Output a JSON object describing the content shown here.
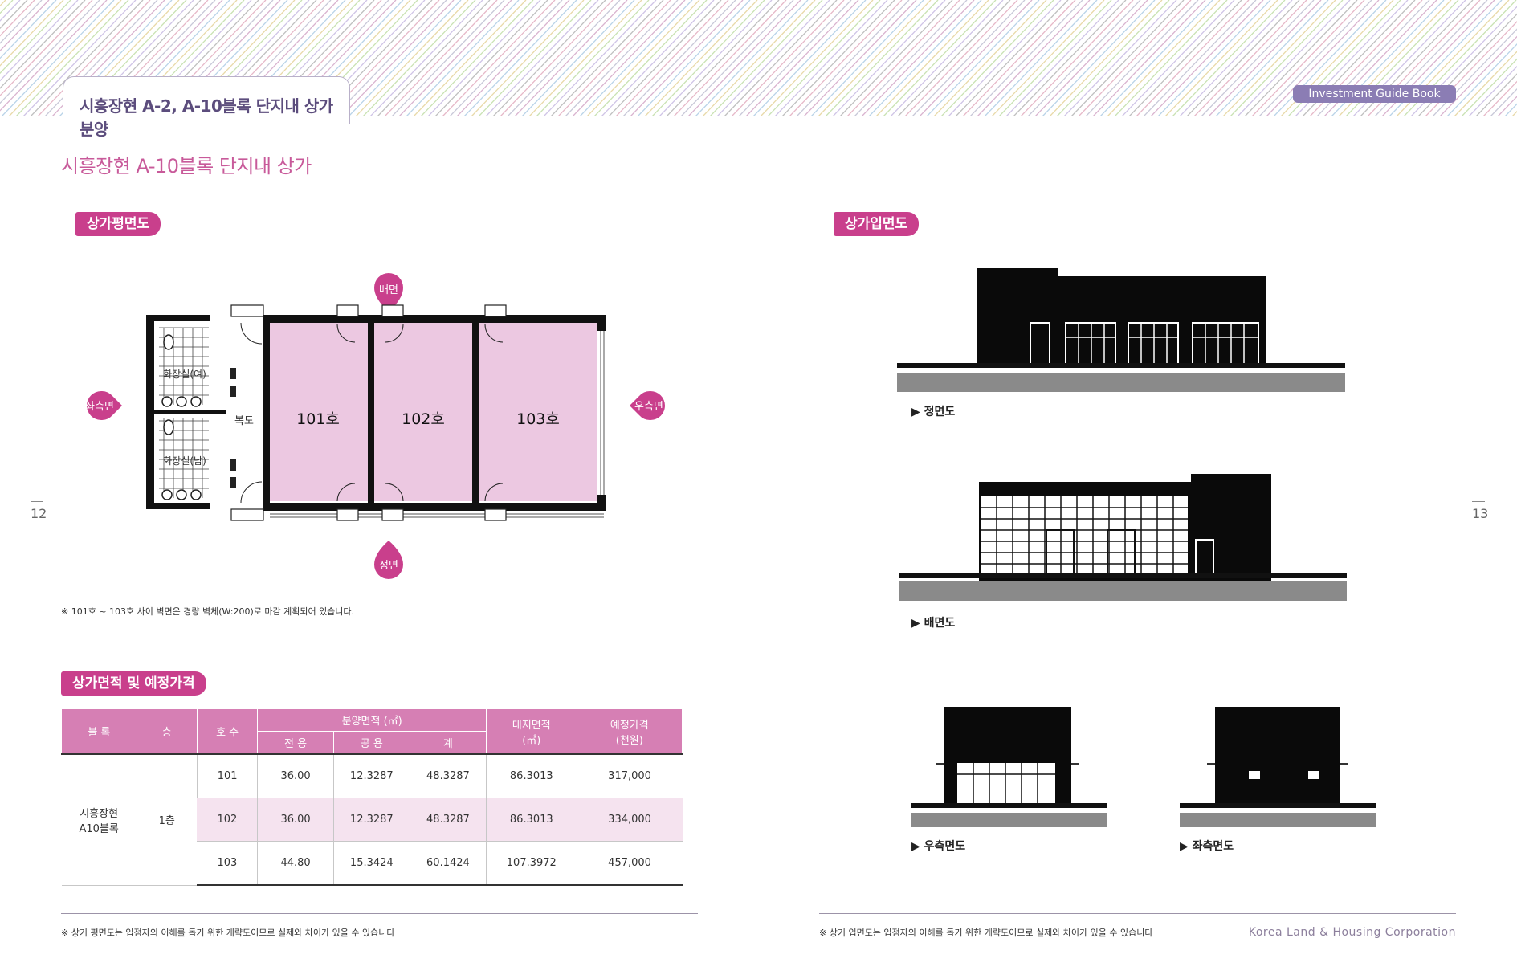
{
  "header": {
    "tab_title": "시흥장현 A-2, A-10블록 단지내 상가 분양",
    "guide_badge": "Investment Guide Book"
  },
  "left_page": {
    "title": "시흥장현 A-10블록 단지내 상가",
    "page_number": "12",
    "floor_plan": {
      "pill": "상가평면도",
      "markers": {
        "back": "배면",
        "front": "정면",
        "left": "좌측면",
        "right": "우측면"
      },
      "rooms": {
        "women_restroom": "화장실(여)",
        "men_restroom": "화장실(남)",
        "corridor": "복도",
        "unit_101": "101호",
        "unit_102": "102호",
        "unit_103": "103호"
      },
      "note": "※ 101호 ~ 103호 사이 벽면은 경량 벽체(W:200)로 마감 계획되어 있습니다."
    },
    "table": {
      "pill": "상가면적 및 예정가격",
      "headers": {
        "block": "블 록",
        "floor": "층",
        "unit": "호 수",
        "sale_area": "분양면적 (㎡)",
        "exclusive": "전 용",
        "common": "공 용",
        "total": "계",
        "land_area": "대지면적",
        "land_unit": "(㎡)",
        "price": "예정가격",
        "price_unit": "(천원)"
      },
      "block_name_line1": "시흥장현",
      "block_name_line2": "A10블록",
      "floor_value": "1층",
      "rows": [
        {
          "unit": "101",
          "exclusive": "36.00",
          "common": "12.3287",
          "total": "48.3287",
          "land": "86.3013",
          "price": "317,000"
        },
        {
          "unit": "102",
          "exclusive": "36.00",
          "common": "12.3287",
          "total": "48.3287",
          "land": "86.3013",
          "price": "334,000"
        },
        {
          "unit": "103",
          "exclusive": "44.80",
          "common": "15.3424",
          "total": "60.1424",
          "land": "107.3972",
          "price": "457,000"
        }
      ]
    },
    "footer_note": "※ 상기 평면도는 입점자의 이해를 돕기 위한 개략도이므로 실제와 차이가 있을 수 있습니다"
  },
  "right_page": {
    "page_number": "13",
    "elevation": {
      "pill": "상가입면도",
      "captions": {
        "front": "▶ 정면도",
        "back": "▶ 배면도",
        "right": "▶ 우측면도",
        "left": "▶ 좌측면도"
      }
    },
    "footer_note": "※ 상기 입면도는 입점자의 이해를 돕기 위한 개략도이므로 실제와 차이가 있을 수 있습니다",
    "footer_brand": "Korea Land & Housing Corporation"
  },
  "colors": {
    "accent_pink": "#c93f8c",
    "unit_fill": "#ecc8e1",
    "table_header": "#d67fb4",
    "purple": "#8b7db4"
  }
}
